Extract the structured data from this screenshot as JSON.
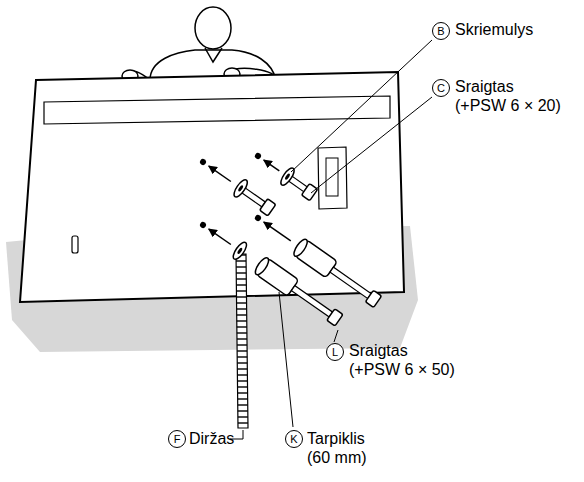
{
  "diagram": {
    "labels": [
      "B",
      "Skriemulys",
      "C",
      "Sraigtas (+PSW 6 × 20)",
      "L",
      "Sraigtas (+PSW 6 × 50)",
      "F",
      "Diržas",
      "K",
      "Tarpiklis (60 mm)"
    ]
  }
}
